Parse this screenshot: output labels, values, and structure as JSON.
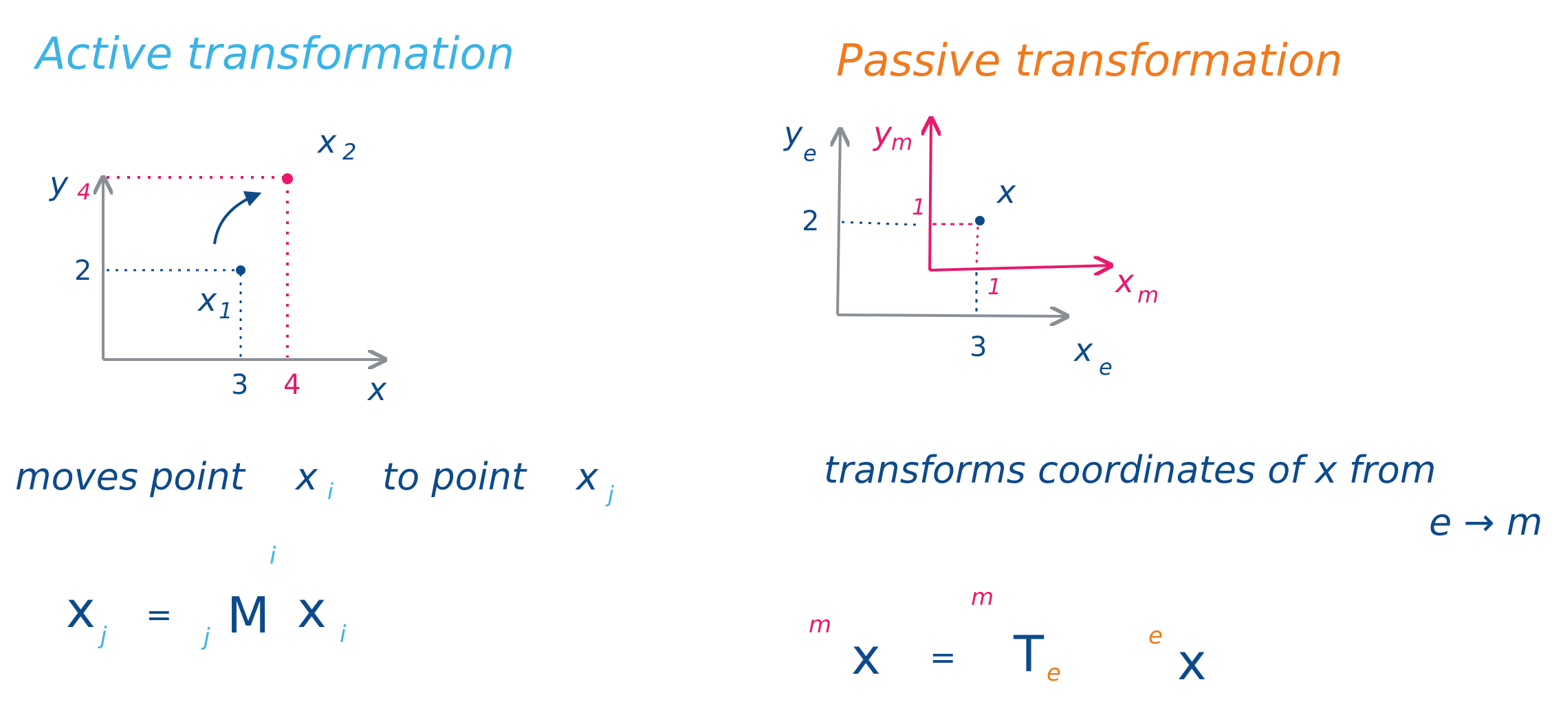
{
  "colors": {
    "dark_blue": "#0d4a8a",
    "light_blue": "#3bb3e6",
    "orange": "#f07a1e",
    "pink": "#e8196b",
    "gray": "#8a8f96"
  },
  "active": {
    "title": "Active transformation",
    "axis_x": "x",
    "axis_y": "y",
    "tick_y2": "2",
    "tick_y4": "4",
    "tick_x3": "3",
    "tick_x4": "4",
    "point1_main": "x",
    "point1_sub": "1",
    "point2_main": "x",
    "point2_sub": "2",
    "statement_a": "moves point",
    "statement_b": "to point",
    "x_letter": "x",
    "index_i": "i",
    "index_j": "j",
    "eq_sign": "=",
    "matrix_letter": "M"
  },
  "passive": {
    "title": "Passive transformation",
    "axis_ye": "y",
    "axis_ye_sub": "e",
    "axis_ym": "y",
    "axis_ym_sub": "m",
    "axis_xe": "x",
    "axis_xe_sub": "e",
    "axis_xm": "x",
    "axis_xm_sub": "m",
    "tick_2": "2",
    "tick_1_y": "1",
    "tick_1_x": "1",
    "tick_3": "3",
    "point_label": "x",
    "statement": "transforms coordinates of x from",
    "statement_line2": "e → m",
    "eq_sup_m": "m",
    "eq_x": "x",
    "eq_sign": "=",
    "eq_sup_m2": "m",
    "eq_T": "T",
    "eq_sub_e": "e",
    "eq_sup_e": "e",
    "eq_x2": "x"
  }
}
